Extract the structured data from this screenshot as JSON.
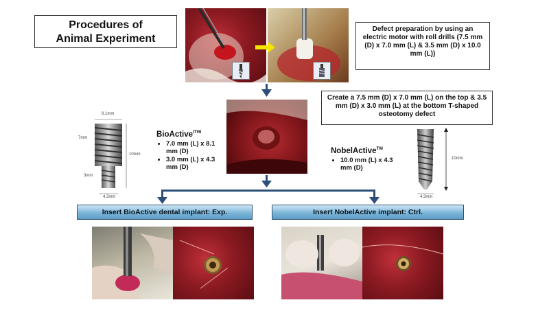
{
  "title": "Procedures of\nAnimal Experiment",
  "prep_note": "Defect preparation by using an electric motor with roll drills (7.5 mm (D) x 7.0 mm (L) & 3.5 mm (D) x 10.0 mm (L))",
  "defect_note": "Create a 7.5 mm (D) x 7.0 mm (L) on the top & 3.5 mm (D) x 3.0 mm (L) at the bottom T-shaped osteotomy defect",
  "bioactive": {
    "name": "BioActive",
    "superscript": "ITRI",
    "specs": [
      "7.0 mm (L) x 8.1 mm (D)",
      "3.0 mm (L) x 4.3 mm (D)"
    ],
    "dims": {
      "top": "8.1mm",
      "upper": "7mm",
      "lower": "3mm",
      "total": "10mm",
      "bottom": "4.3mm"
    }
  },
  "nobelactive": {
    "name": "NobelActive",
    "superscript": "TM",
    "specs": [
      "10.0 mm (L) x 4.3 mm (D)"
    ],
    "dims": {
      "length": "10mm",
      "bottom": "4.3mm"
    }
  },
  "banners": {
    "exp": "Insert BioActive dental implant: Exp.",
    "ctrl": "Insert NobelActive implant: Ctrl."
  },
  "colors": {
    "arrow": "#2c4f79",
    "banner": "#7db6d8",
    "yellow_arrow": "#f2e500"
  }
}
